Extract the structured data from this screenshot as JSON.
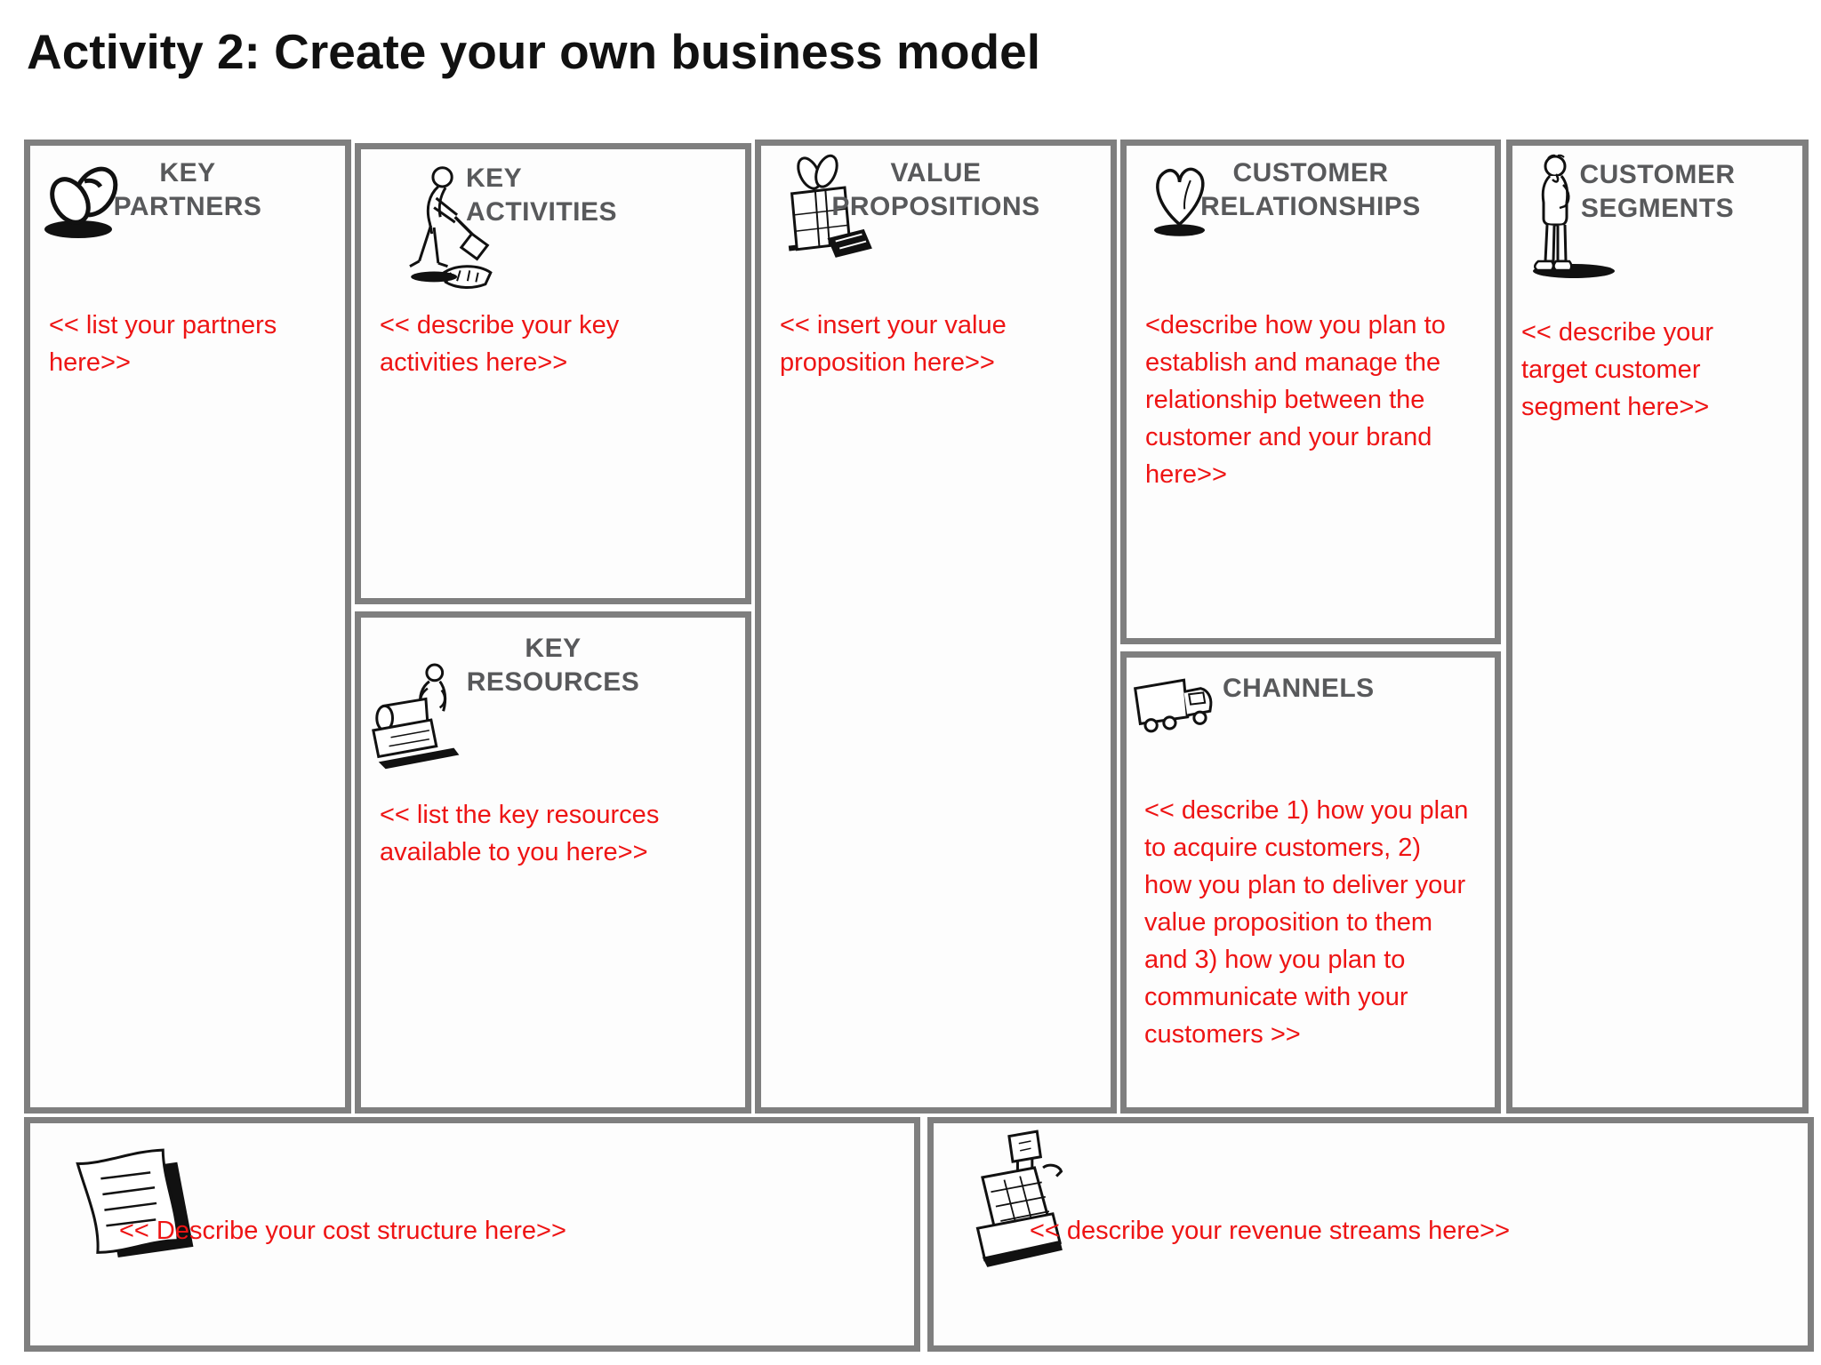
{
  "title": "Activity 2: Create your own business model",
  "colors": {
    "placeholder_red": "#ee1414",
    "heading_gray": "#58595b",
    "border_gray": "#7f7f7f"
  },
  "canvas": {
    "key_partners": {
      "heading": [
        "KEY",
        "PARTNERS"
      ],
      "icon": "interlocked-rings-icon",
      "placeholder": "<< list your partners here>>"
    },
    "key_activities": {
      "heading": [
        "KEY",
        "ACTIVITIES"
      ],
      "icon": "digging-person-icon",
      "placeholder": "<< describe your key activities here>>"
    },
    "key_resources": {
      "heading": [
        "KEY",
        "RESOURCES"
      ],
      "icon": "person-with-boxes-icon",
      "placeholder": "<< list the key resources available to you here>>"
    },
    "value_propositions": {
      "heading": [
        "VALUE",
        "PROPOSITIONS"
      ],
      "icon": "gift-box-icon",
      "placeholder": "<< insert your value proposition here>>"
    },
    "customer_relationships": {
      "heading": [
        "CUSTOMER",
        "RELATIONSHIPS"
      ],
      "icon": "heart-icon",
      "placeholder": "<describe how you plan to establish and manage the relationship between the customer and your brand here>>"
    },
    "channels": {
      "heading": [
        "CHANNELS"
      ],
      "icon": "delivery-truck-icon",
      "placeholder": "<< describe 1) how you plan to acquire customers, 2) how you plan to deliver your value proposition to them and 3) how you plan to communicate with your customers >>"
    },
    "customer_segments": {
      "heading": [
        "CUSTOMER",
        "SEGMENTS"
      ],
      "icon": "standing-person-icon",
      "placeholder": "<< describe your target customer segment here>>"
    },
    "cost_structure": {
      "icon": "receipt-icon",
      "placeholder": "<< Describe your cost structure here>>"
    },
    "revenue_streams": {
      "icon": "cash-register-icon",
      "placeholder": "<< describe your revenue streams here>>"
    }
  }
}
